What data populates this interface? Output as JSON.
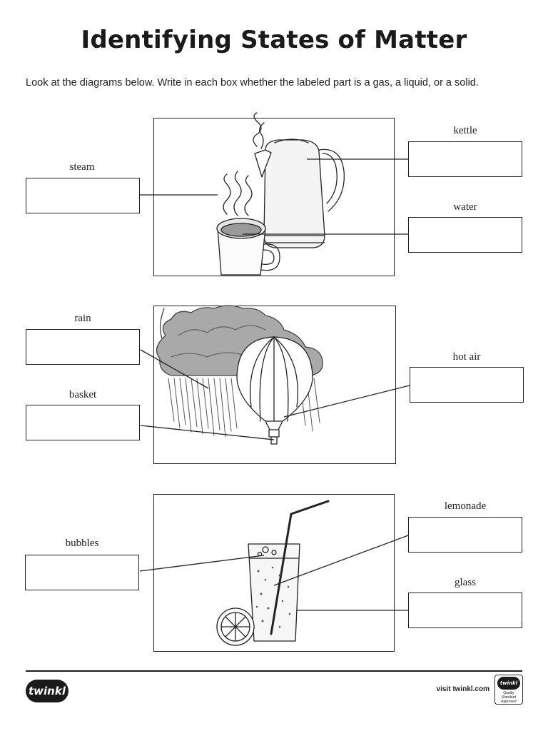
{
  "title": "Identifying States of Matter",
  "instructions": "Look at the diagrams below. Write in each box whether the labeled part is a gas, a liquid, or a solid.",
  "diagrams": [
    {
      "labels": {
        "steam": "steam",
        "kettle": "kettle",
        "water": "water"
      }
    },
    {
      "labels": {
        "rain": "rain",
        "basket": "basket",
        "hot_air": "hot air"
      }
    },
    {
      "labels": {
        "bubbles": "bubbles",
        "lemonade": "lemonade",
        "glass": "glass"
      }
    }
  ],
  "footer": {
    "logo_text": "twinkl",
    "visit_text": "visit twinkl.com",
    "badge_logo_text": "twinkl",
    "badge_text": "Quality Standard Approved"
  },
  "icons": [
    "kettle-icon",
    "mug-icon",
    "cloud-icon",
    "hot-air-balloon-icon",
    "glass-icon",
    "lemon-slice-icon"
  ]
}
